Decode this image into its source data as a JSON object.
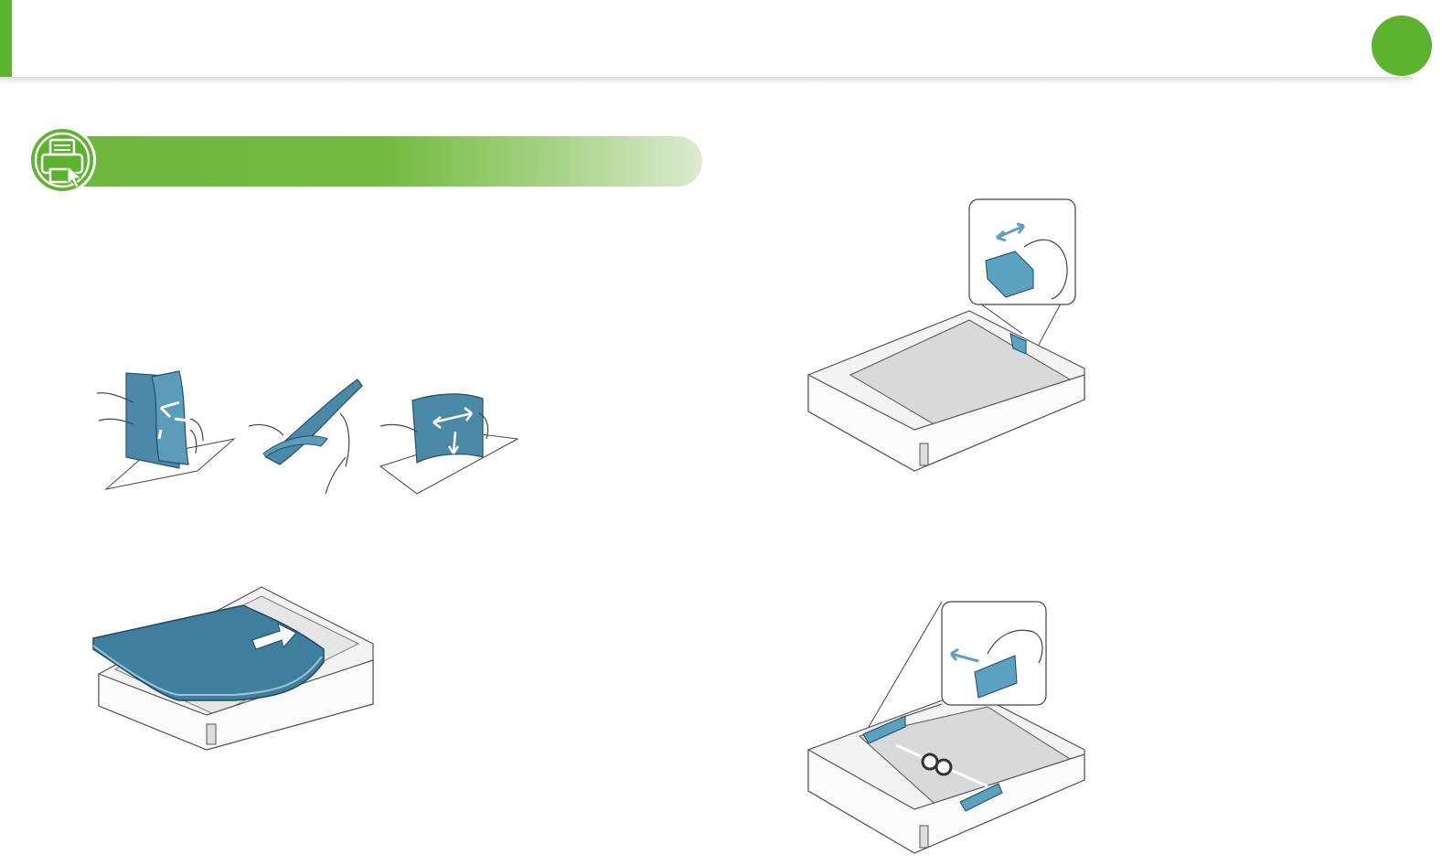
{
  "header": {
    "accent_color": "#5cb32e",
    "page_badge_color": "#5cb32e"
  },
  "section": {
    "icon": "printer-pointer-icon",
    "bar_color": "#6cb83c"
  },
  "figures": {
    "fan_paper": {
      "icon": "fan-paper-stack-illustration",
      "paper_color": "#4a8aa8"
    },
    "load_paper": {
      "icon": "load-paper-into-tray-illustration",
      "paper_color": "#3e7f9e"
    },
    "length_guide": {
      "icon": "adjust-paper-length-guide-illustration",
      "accent_color": "#5aa2c0"
    },
    "width_guide": {
      "icon": "adjust-paper-width-guide-illustration",
      "accent_color": "#5aa2c0"
    }
  }
}
